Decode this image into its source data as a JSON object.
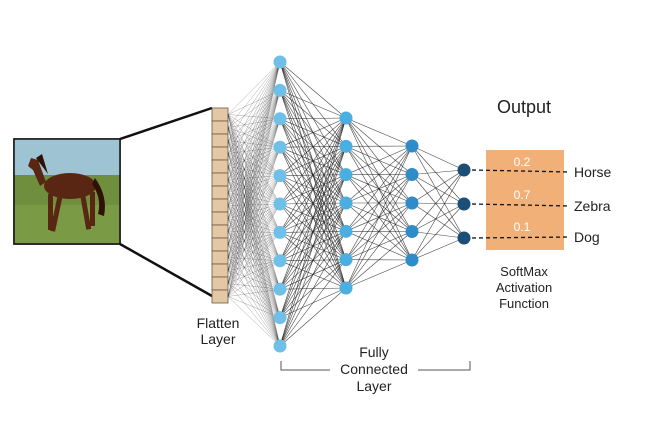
{
  "title": "Output",
  "flatten_label": [
    "Flatten",
    "Layer"
  ],
  "fc_label": [
    "Fully",
    "Connected",
    "Layer"
  ],
  "softmax_label": [
    "SoftMax",
    "Activation",
    "Function"
  ],
  "outputs": [
    {
      "class": "Horse",
      "prob": "0.2"
    },
    {
      "class": "Zebra",
      "prob": "0.7"
    },
    {
      "class": "Dog",
      "prob": "0.1"
    }
  ],
  "layers": [
    {
      "count": 11,
      "color": "#6fc0e8"
    },
    {
      "count": 7,
      "color": "#4aaee0"
    },
    {
      "count": 5,
      "color": "#2e8cc8"
    },
    {
      "count": 3,
      "color": "#1b4f78"
    }
  ],
  "colors": {
    "softmax_box": "#f0b077",
    "flatten_fill": "#e3c8a6",
    "edge": "#1a1a1a"
  },
  "image": {
    "subject": "horse"
  }
}
